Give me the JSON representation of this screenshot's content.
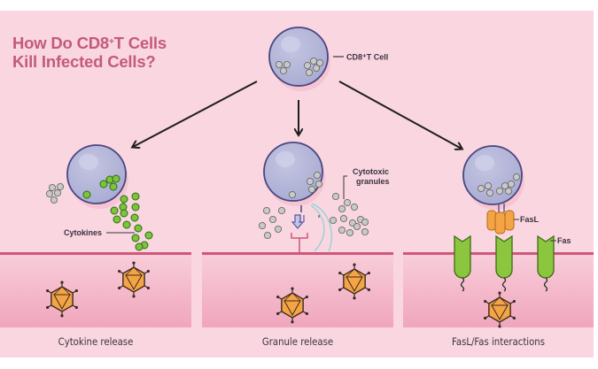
{
  "title": {
    "line1_prefix": "How Do CD8",
    "line1_sup": "+",
    "line1_suffix": "T Cells",
    "line2": "Kill Infected Cells?"
  },
  "labels": {
    "cd8_cell": "CD8⁺T Cell",
    "cytokines": "Cytokines",
    "cytotoxic_line1": "Cytotoxic",
    "cytotoxic_line2": "granules",
    "fasl": "FasL",
    "fas": "Fas"
  },
  "panels": [
    {
      "caption": "Cytokine release"
    },
    {
      "caption": "Granule release"
    },
    {
      "caption": "FasL/Fas interactions"
    }
  ],
  "colors": {
    "background": "#f9d6e0",
    "title": "#c45a7e",
    "cell_fill": "#aeb0d4",
    "cell_stroke": "#4a4680",
    "membrane": "#d0577a",
    "tissue": "#f1a9c0",
    "cytokine": "#7cc43a",
    "granule": "#c9c9c9",
    "fas": "#8cc63f",
    "fasl": "#f5a445",
    "virus": "#f5a445"
  }
}
